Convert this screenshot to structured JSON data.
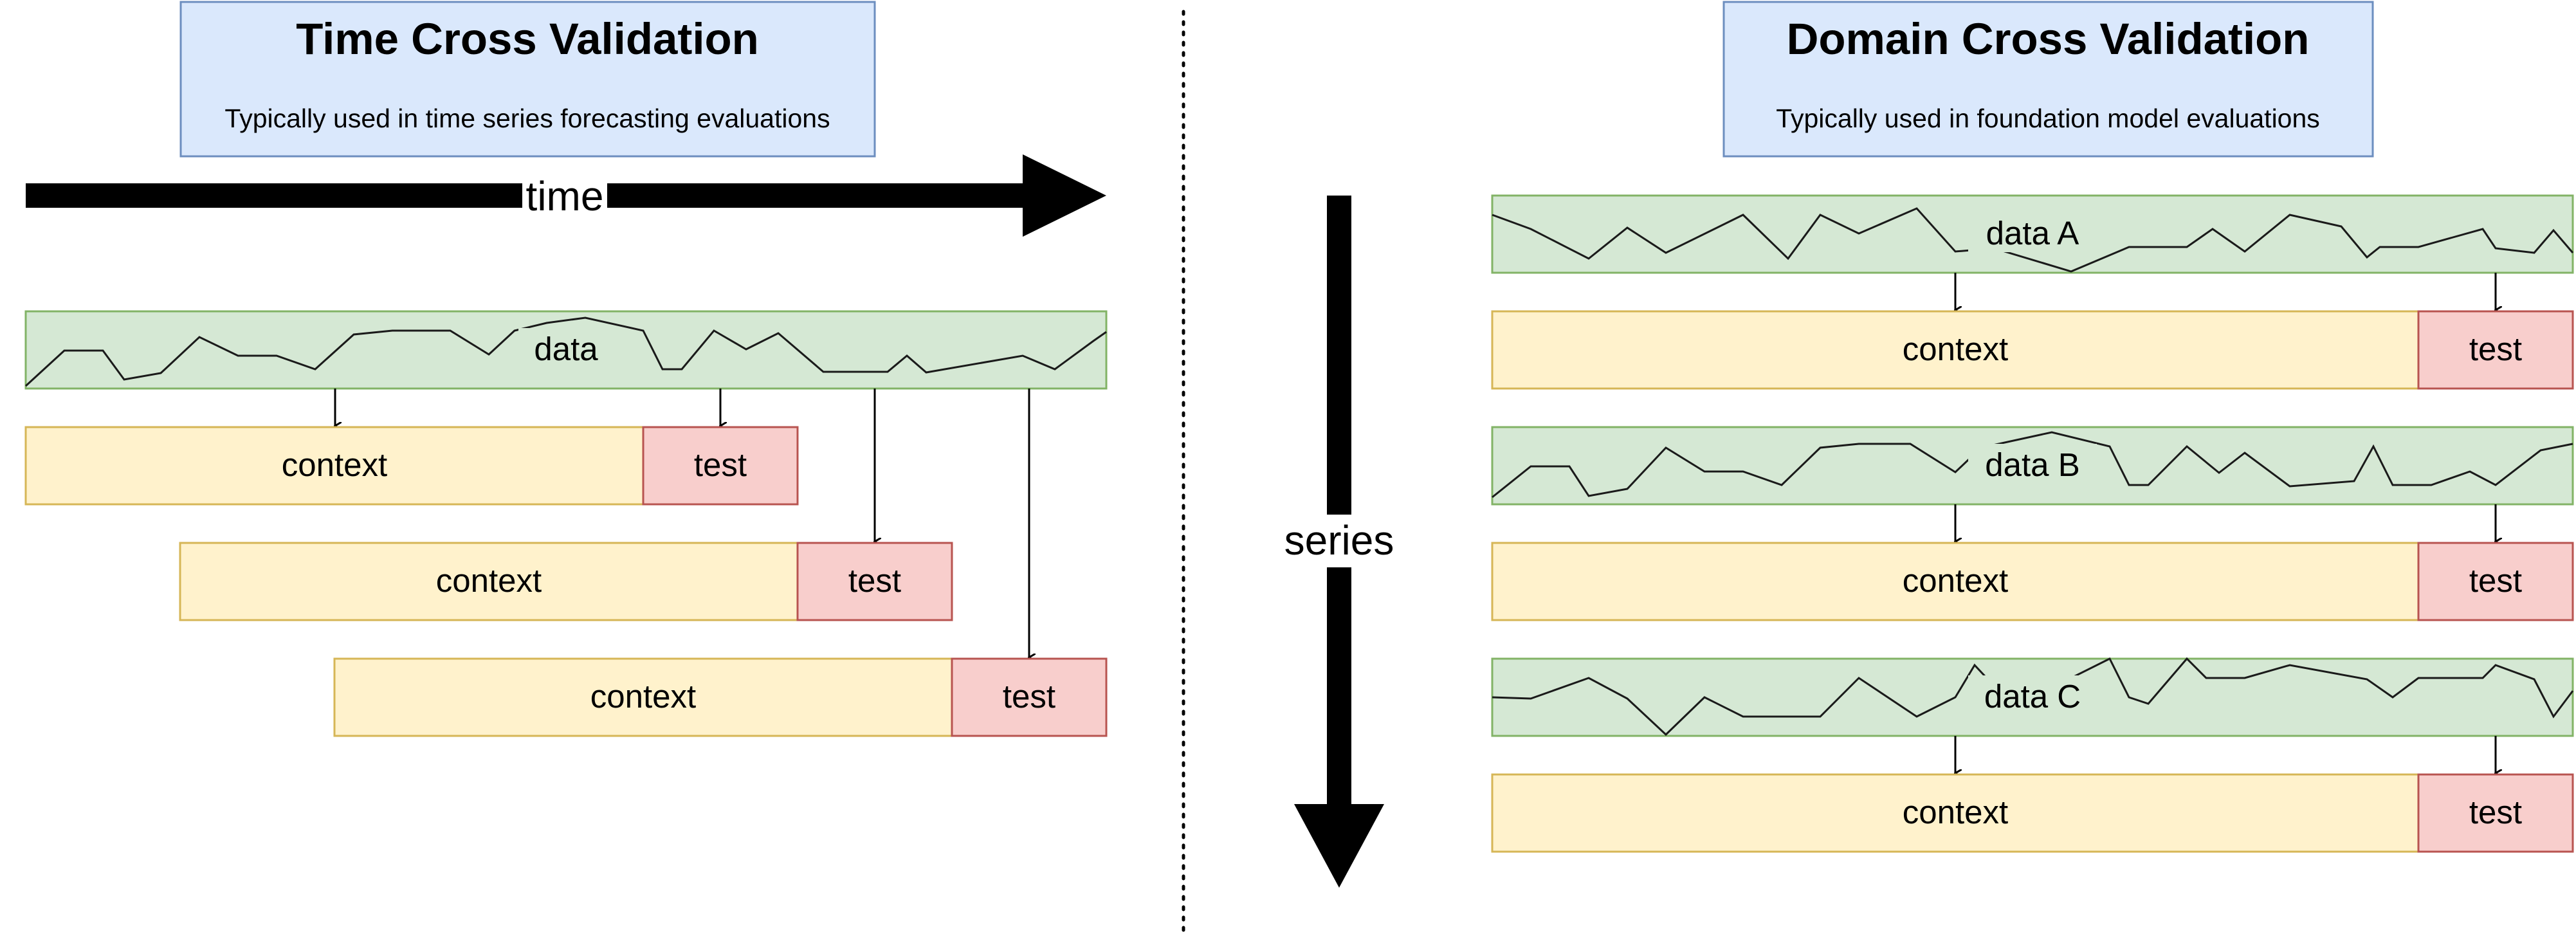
{
  "left_panel": {
    "title": "Time Cross Validation",
    "subtitle": "Typically used in time series forecasting evaluations",
    "axis_label": "time",
    "data_label": "data",
    "folds": [
      {
        "context_label": "context",
        "test_label": "test"
      },
      {
        "context_label": "context",
        "test_label": "test"
      },
      {
        "context_label": "context",
        "test_label": "test"
      }
    ]
  },
  "right_panel": {
    "title": "Domain Cross Validation",
    "subtitle": "Typically used in foundation model evaluations",
    "axis_label": "series",
    "groups": [
      {
        "data_label": "data A",
        "context_label": "context",
        "test_label": "test"
      },
      {
        "data_label": "data B",
        "context_label": "context",
        "test_label": "test"
      },
      {
        "data_label": "data C",
        "context_label": "context",
        "test_label": "test"
      }
    ]
  },
  "colors": {
    "title_box_fill": "#dae8fc",
    "title_box_stroke": "#6c8ebf",
    "data_fill": "#d5e8d4",
    "data_stroke": "#82b366",
    "context_fill": "#fff2cc",
    "context_stroke": "#d6b656",
    "test_fill": "#f8cecc",
    "test_stroke": "#b85450"
  }
}
